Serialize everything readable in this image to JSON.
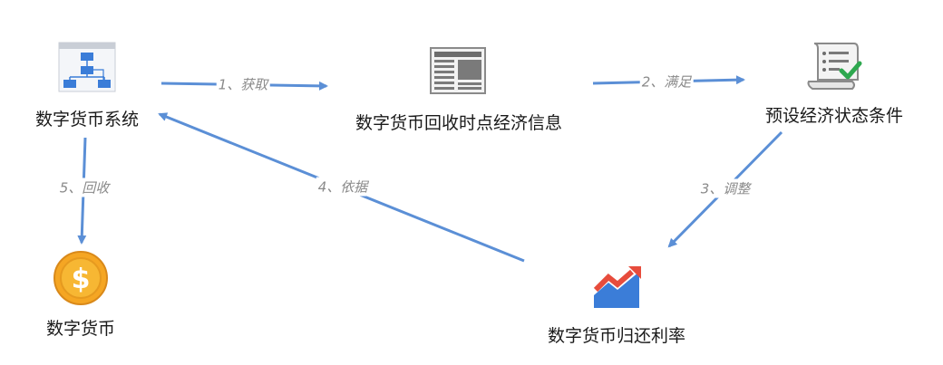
{
  "nodes": {
    "system": {
      "label": "数字货币系统",
      "icon": "flowchart-icon"
    },
    "info": {
      "label": "数字货币回收时点经济信息",
      "icon": "newspaper-icon"
    },
    "conditions": {
      "label": "预设经济状态条件",
      "icon": "checklist-icon"
    },
    "currency": {
      "label": "数字货币",
      "icon": "dollar-coin-icon"
    },
    "return_rate": {
      "label": "数字货币归还利率",
      "icon": "rising-chart-icon"
    }
  },
  "edges": {
    "e1": {
      "label": "1、获取"
    },
    "e2": {
      "label": "2、满足"
    },
    "e3": {
      "label": "3、调整"
    },
    "e4": {
      "label": "4、依据"
    },
    "e5": {
      "label": "5、回收"
    }
  },
  "colors": {
    "arrow": "#5b8fd6",
    "coin": "#f5a623",
    "chart_red": "#e74c3c",
    "chart_blue": "#3b7dd8",
    "check": "#2ea84f"
  }
}
